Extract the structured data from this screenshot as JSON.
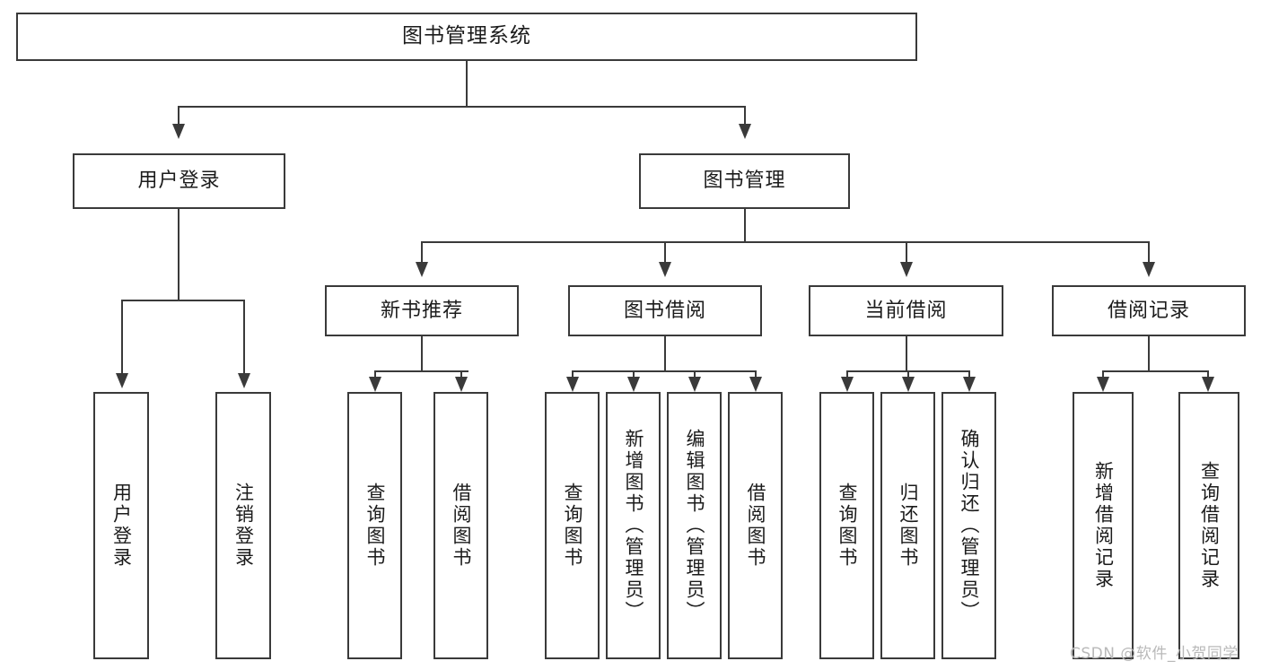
{
  "diagram": {
    "title": "图书管理系统",
    "watermark": "CSDN @软件_小贺同学",
    "stroke_color": "#3a3a3a",
    "background_color": "#ffffff",
    "text_color": "#1b1b1b",
    "watermark_color": "#b9b9b9"
  },
  "nodes": {
    "root": {
      "label": "图书管理系统"
    },
    "level2": [
      {
        "label": "用户登录"
      },
      {
        "label": "图书管理"
      }
    ],
    "level3": [
      {
        "label": "新书推荐"
      },
      {
        "label": "图书借阅"
      },
      {
        "label": "当前借阅"
      },
      {
        "label": "借阅记录"
      }
    ],
    "leaves": {
      "user_login": [
        {
          "label": "用户登录"
        },
        {
          "label": "注销登录"
        }
      ],
      "new_book": [
        {
          "label": "查询图书"
        },
        {
          "label": "借阅图书"
        }
      ],
      "book_borrow": [
        {
          "label": "查询图书"
        },
        {
          "label": "新增图书（管理员）"
        },
        {
          "label": "编辑图书（管理员）"
        },
        {
          "label": "借阅图书"
        }
      ],
      "current_borrow": [
        {
          "label": "查询图书"
        },
        {
          "label": "归还图书"
        },
        {
          "label": "确认归还（管理员）"
        }
      ],
      "borrow_record": [
        {
          "label": "新增借阅记录"
        },
        {
          "label": "查询借阅记录"
        }
      ]
    }
  }
}
